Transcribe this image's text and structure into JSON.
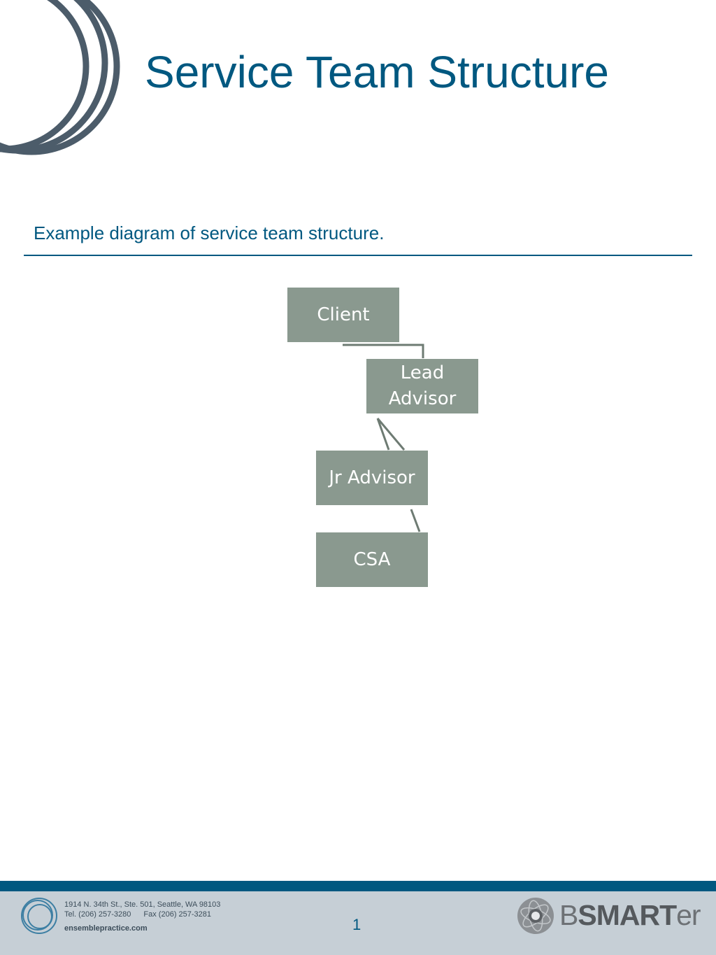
{
  "slide": {
    "title": "Service Team Structure",
    "subtitle": "Example diagram of service team structure."
  },
  "diagram": {
    "nodes": [
      {
        "id": "client",
        "label": "Client"
      },
      {
        "id": "lead-advisor",
        "label": "Lead\nAdvisor"
      },
      {
        "id": "jr-advisor",
        "label": "Jr Advisor"
      },
      {
        "id": "csa",
        "label": "CSA"
      }
    ],
    "edges": [
      {
        "from": "client",
        "to": "lead-advisor"
      },
      {
        "from": "lead-advisor",
        "to": "jr-advisor"
      },
      {
        "from": "jr-advisor",
        "to": "csa"
      }
    ]
  },
  "footer": {
    "address_line1": "1914 N. 34th St., Ste. 501, Seattle, WA 98103",
    "tel": "Tel. (206) 257-3280",
    "fax": "Fax (206) 257-3281",
    "website": "ensemblepractice.com",
    "page_number": "1",
    "brand_prefix": "B",
    "brand_strong": "SMART",
    "brand_suffix": "er"
  },
  "colors": {
    "accent": "#005880",
    "node_fill": "#8a998f",
    "ring": "#4c5c6a",
    "footer_bg": "#c6cfd6"
  },
  "icons": {
    "corner_decoration": "interlocking-rings-icon",
    "footer_logo": "concentric-rings-icon",
    "brand_mark": "spiral-sphere-icon"
  }
}
